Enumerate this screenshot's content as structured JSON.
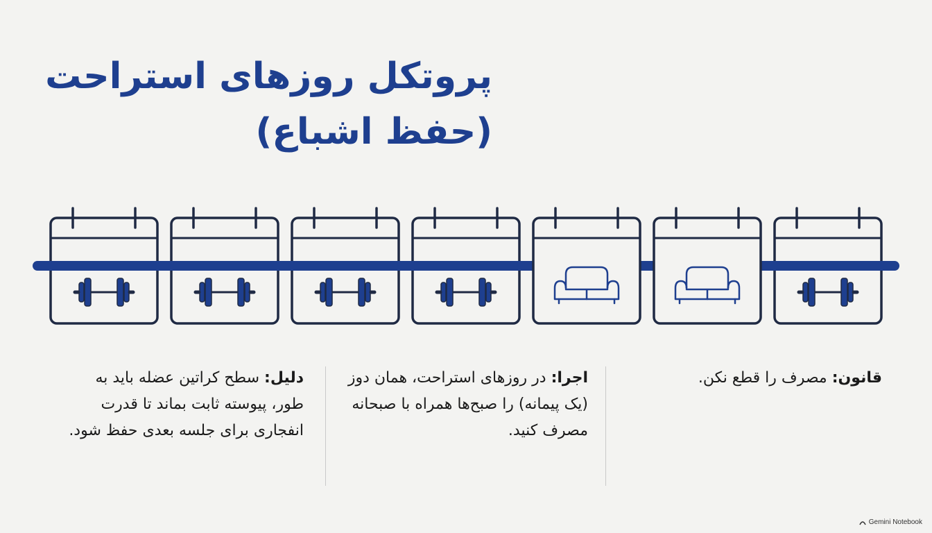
{
  "title": {
    "line1": "پروتکل روزهای استراحت",
    "line2": "(حفظ اشباع)"
  },
  "colors": {
    "accent": "#1e3f8f",
    "outline": "#1f2a44",
    "background": "#f3f3f1"
  },
  "days": [
    {
      "icon": "dumbbell-icon",
      "type": "training"
    },
    {
      "icon": "dumbbell-icon",
      "type": "training"
    },
    {
      "icon": "dumbbell-icon",
      "type": "training"
    },
    {
      "icon": "dumbbell-icon",
      "type": "training"
    },
    {
      "icon": "sofa-icon",
      "type": "rest"
    },
    {
      "icon": "sofa-icon",
      "type": "rest"
    },
    {
      "icon": "dumbbell-icon",
      "type": "training"
    }
  ],
  "notes": {
    "rule": {
      "label": "قانون:",
      "text": " مصرف را قطع نکن."
    },
    "execution": {
      "label": "اجرا:",
      "text": " در روزهای استراحت، همان دوز (یک پیمانه) را صبح‌ها همراه با صبحانه مصرف کنید."
    },
    "reason": {
      "label": "دلیل:",
      "text": " سطح کراتین عضله باید به طور، پیوسته ثابت بماند تا قدرت انفجاری برای جلسه بعدی حفظ شود."
    }
  },
  "brand": {
    "label": "Gemini Notebook"
  }
}
